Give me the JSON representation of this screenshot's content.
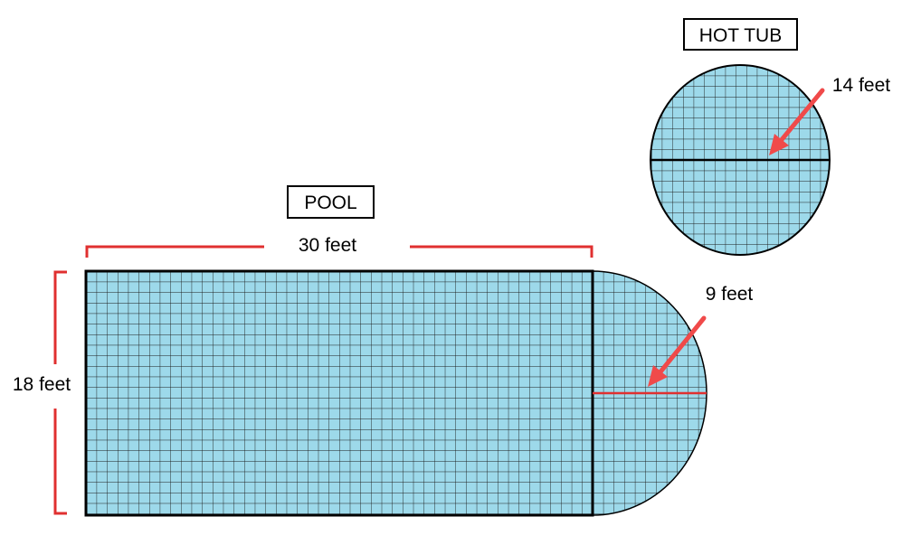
{
  "pool": {
    "label": "POOL",
    "length_label": "30 feet",
    "width_label": "18 feet",
    "radius_label": "9 feet",
    "length_ft": 30,
    "width_ft": 18,
    "radius_ft": 9
  },
  "hot_tub": {
    "label": "HOT TUB",
    "diameter_label": "14 feet",
    "diameter_ft": 14
  },
  "colors": {
    "water": "#9dd9ea",
    "grid": "#1a1a1a",
    "dimension": "#e03030",
    "arrow": "#f04a4a",
    "outline": "#000000"
  }
}
